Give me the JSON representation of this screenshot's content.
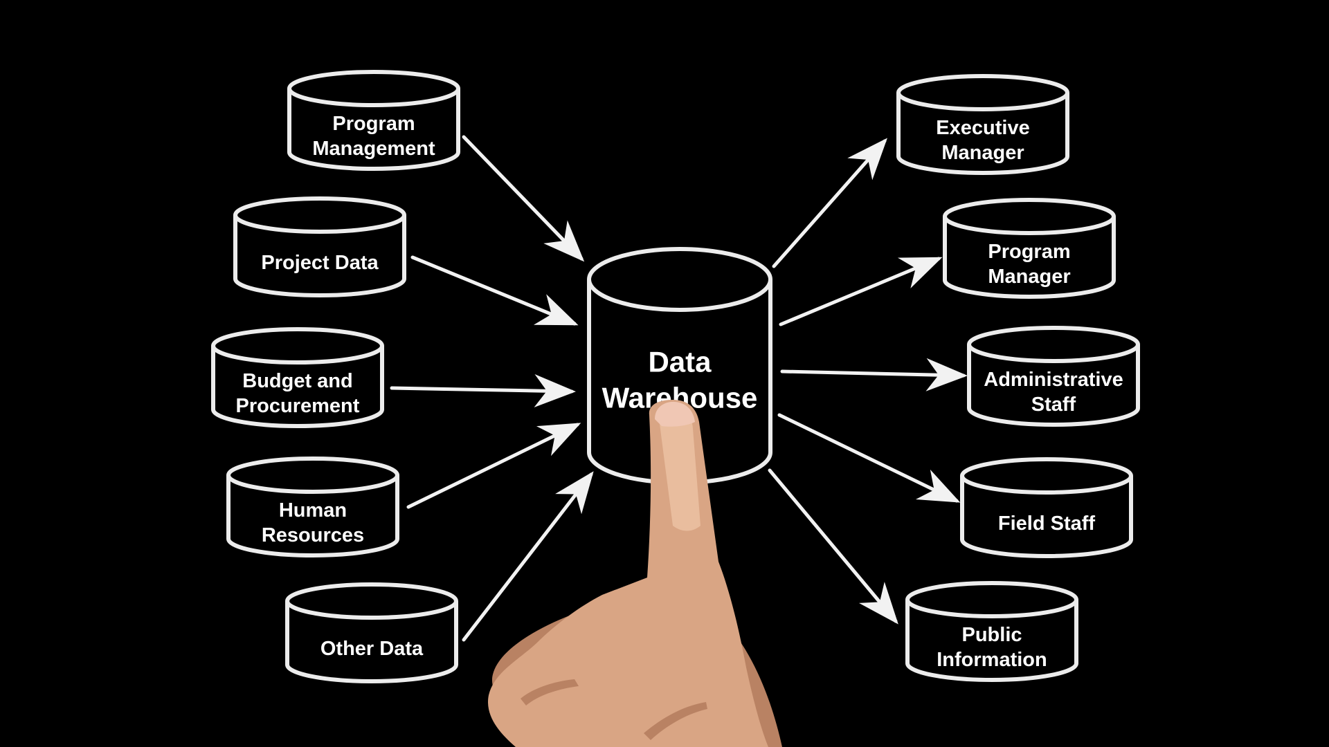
{
  "center": {
    "name": "Data Warehouse",
    "label_lines": [
      "Data",
      "Warehouse"
    ]
  },
  "sources": [
    {
      "id": "program-management",
      "label_lines": [
        "Program",
        "Management"
      ]
    },
    {
      "id": "project-data",
      "label_lines": [
        "Project Data"
      ]
    },
    {
      "id": "budget-and-procurement",
      "label_lines": [
        "Budget and",
        "Procurement"
      ]
    },
    {
      "id": "human-resources",
      "label_lines": [
        "Human",
        "Resources"
      ]
    },
    {
      "id": "other-data",
      "label_lines": [
        "Other Data"
      ]
    }
  ],
  "consumers": [
    {
      "id": "executive-manager",
      "label_lines": [
        "Executive",
        "Manager"
      ]
    },
    {
      "id": "program-manager",
      "label_lines": [
        "Program",
        "Manager"
      ]
    },
    {
      "id": "administrative-staff",
      "label_lines": [
        "Administrative",
        "Staff"
      ]
    },
    {
      "id": "field-staff",
      "label_lines": [
        "Field Staff"
      ]
    },
    {
      "id": "public-information",
      "label_lines": [
        "Public",
        "Information"
      ]
    }
  ],
  "colors": {
    "background": "#000000",
    "stroke": "#ececec",
    "text": "#ffffff",
    "skin": "#d9a584"
  },
  "icons": {
    "node": "database-cylinder-icon",
    "connector": "arrow-icon",
    "hand": "pointing-finger-icon"
  }
}
